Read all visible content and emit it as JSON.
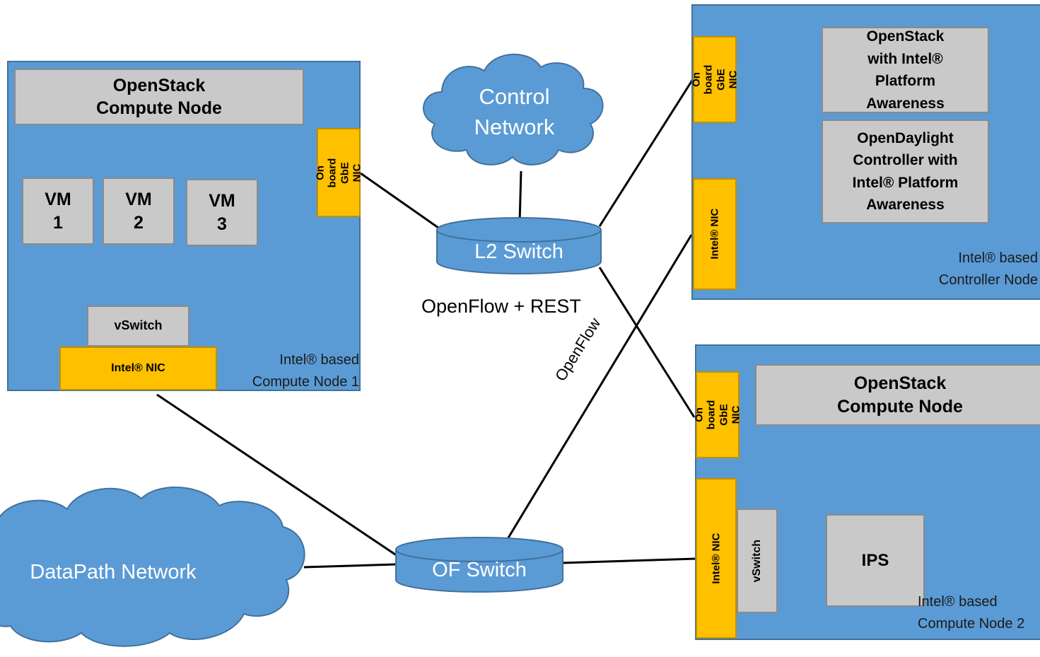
{
  "compute_node_1": {
    "title": "OpenStack\nCompute Node",
    "vms": [
      {
        "label": "VM\n1"
      },
      {
        "label": "VM\n2"
      },
      {
        "label": "VM\n3"
      }
    ],
    "vswitch": "vSwitch",
    "intel_nic": "Intel® NIC",
    "onboard_nic": "On board\nGbE NIC",
    "caption": "Intel® based\nCompute Node 1"
  },
  "controller_node": {
    "onboard_nic": "On board\nGbE NIC",
    "intel_nic": "Intel® NIC",
    "openstack_box": "OpenStack\nwith Intel®\nPlatform\nAwareness",
    "odl_box": "OpenDaylight\nController with\nIntel® Platform\nAwareness",
    "caption": "Intel® based\nController Node"
  },
  "compute_node_2": {
    "title": "OpenStack\nCompute Node",
    "onboard_nic": "On board\nGbE NIC",
    "intel_nic": "Intel® NIC",
    "vswitch": "vSwitch",
    "ips": "IPS",
    "caption": "Intel® based\nCompute Node 2"
  },
  "control_network": "Control\nNetwork",
  "l2_switch": "L2 Switch",
  "of_switch": "OF Switch",
  "datapath_network": "DataPath Network",
  "openflow_rest_label": "OpenFlow + REST",
  "openflow_label": "OpenFlow",
  "colors": {
    "node_blue": "#5b9bd5",
    "node_border": "#41719c",
    "nic_yellow": "#ffc000",
    "box_gray": "#c9c9c9"
  }
}
